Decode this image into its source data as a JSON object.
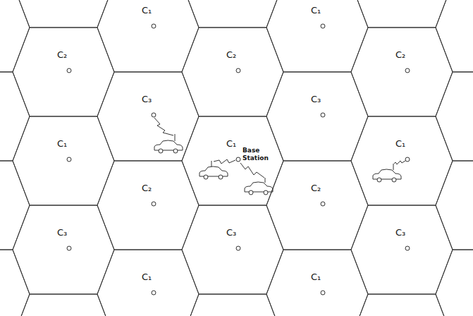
{
  "diagram": {
    "nodes": [
      {
        "text": [
          "C₁"
        ]
      },
      {
        "text": [
          "C₁"
        ]
      },
      {
        "text": [
          "C₂"
        ]
      },
      {
        "text": [
          "C₂"
        ]
      },
      {
        "text": [
          "C₂"
        ]
      },
      {
        "text": [
          "C₃"
        ]
      },
      {
        "text": [
          "C₃"
        ]
      },
      {
        "text": [
          "C₁"
        ]
      },
      {
        "text": [
          "C₁",
          "Base Station"
        ]
      },
      {
        "text": [
          "C₁"
        ]
      },
      {
        "text": [
          "C₂"
        ]
      },
      {
        "text": [
          "C₂"
        ]
      },
      {
        "text": [
          "C₃"
        ]
      },
      {
        "text": [
          "C₃"
        ]
      },
      {
        "text": [
          "C₃"
        ]
      },
      {
        "text": [
          "C₁"
        ]
      },
      {
        "text": [
          "C₁"
        ]
      }
    ]
  }
}
